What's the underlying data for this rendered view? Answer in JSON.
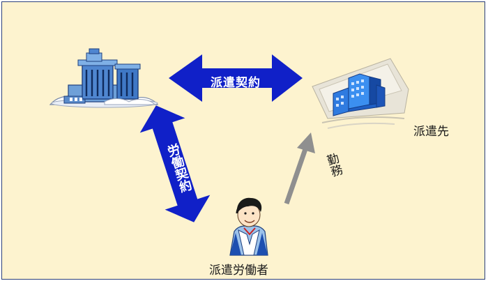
{
  "labels": {
    "dispatch_contract": "派遣契約",
    "labor_contract": "労働契約",
    "work": "勤務",
    "client": "派遣先",
    "worker": "派遣労働者"
  },
  "colors": {
    "background": "#fdf3cf",
    "border": "#2a3f7a",
    "arrow_blue": "#1020c8",
    "arrow_gray": "#8f8f8f"
  },
  "icons": {
    "agency": "dispatch-agency-building-icon",
    "client": "client-office-building-icon",
    "worker": "worker-person-icon"
  }
}
